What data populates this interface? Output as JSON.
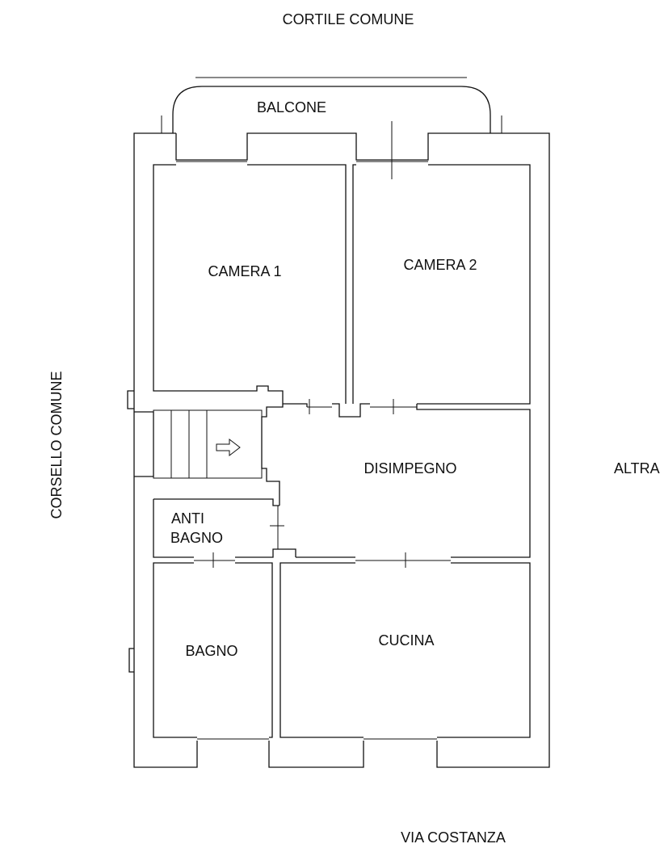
{
  "labels": {
    "top": "CORTILE COMUNE",
    "balcony": "BALCONE",
    "left": "CORSELLO COMUNE",
    "right": "ALTRA",
    "bottom": "VIA COSTANZA"
  },
  "rooms": {
    "camera1": "CAMERA 1",
    "camera2": "CAMERA 2",
    "disimpegno": "DISIMPEGNO",
    "anti": "ANTI",
    "bagno_anti": "BAGNO",
    "bagno": "BAGNO",
    "cucina": "CUCINA"
  }
}
